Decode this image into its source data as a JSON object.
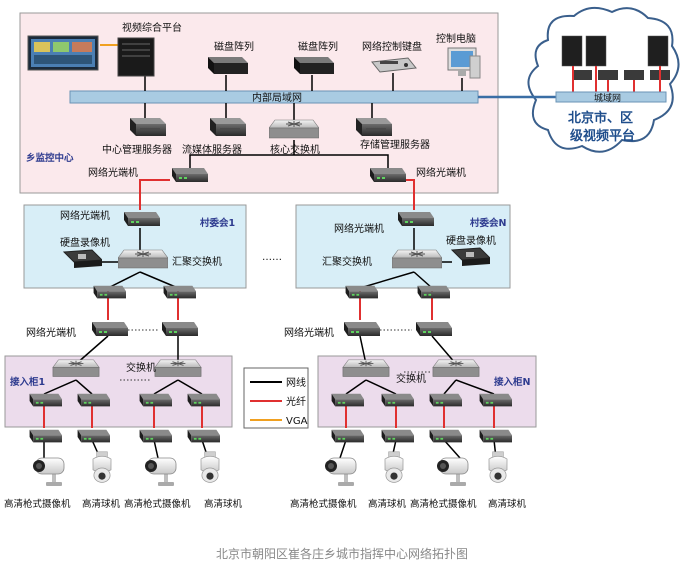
{
  "regions": {
    "township": "乡监控中心",
    "village_1": "村委会1",
    "village_n": "村委会N",
    "cabinet_1": "接入柜1",
    "cabinet_n": "接入柜N",
    "cloud": "北京市、区\n级视频平台"
  },
  "devices": {
    "video_platform": "视频综合平台",
    "disk_array_1": "磁盘阵列",
    "disk_array_2": "磁盘阵列",
    "net_keyboard": "网络控制键盘",
    "control_pc": "控制电脑",
    "lan": "内部局域网",
    "metro_net": "城域网",
    "center_server": "中心管理服务器",
    "stream_server": "流媒体服务器",
    "core_switch": "核心交换机",
    "storage_server": "存储管理服务器",
    "optical_terminal": "网络光端机",
    "nvr": "硬盘录像机",
    "agg_switch": "汇聚交换机",
    "switch": "交换机",
    "bullet_camera": "高清枪式摄像机",
    "dome_camera": "高清球机",
    "ellipsis": "……"
  },
  "legend": {
    "items": [
      {
        "label": "网线",
        "color": "#000000"
      },
      {
        "label": "光纤",
        "color": "#e03030"
      },
      {
        "label": "VGA",
        "color": "#f0a020"
      }
    ]
  },
  "caption": "北京市朝阳区崔各庄乡城市指挥中心网络拓扑图",
  "colors": {
    "township_fill": "#fbe9ec",
    "village_fill": "#d8eef7",
    "cabinet_fill": "#ecdcec",
    "lan_bar": "#a9cbe2",
    "fiber": "#e03030",
    "cable": "#000000",
    "vga": "#f0a020"
  }
}
